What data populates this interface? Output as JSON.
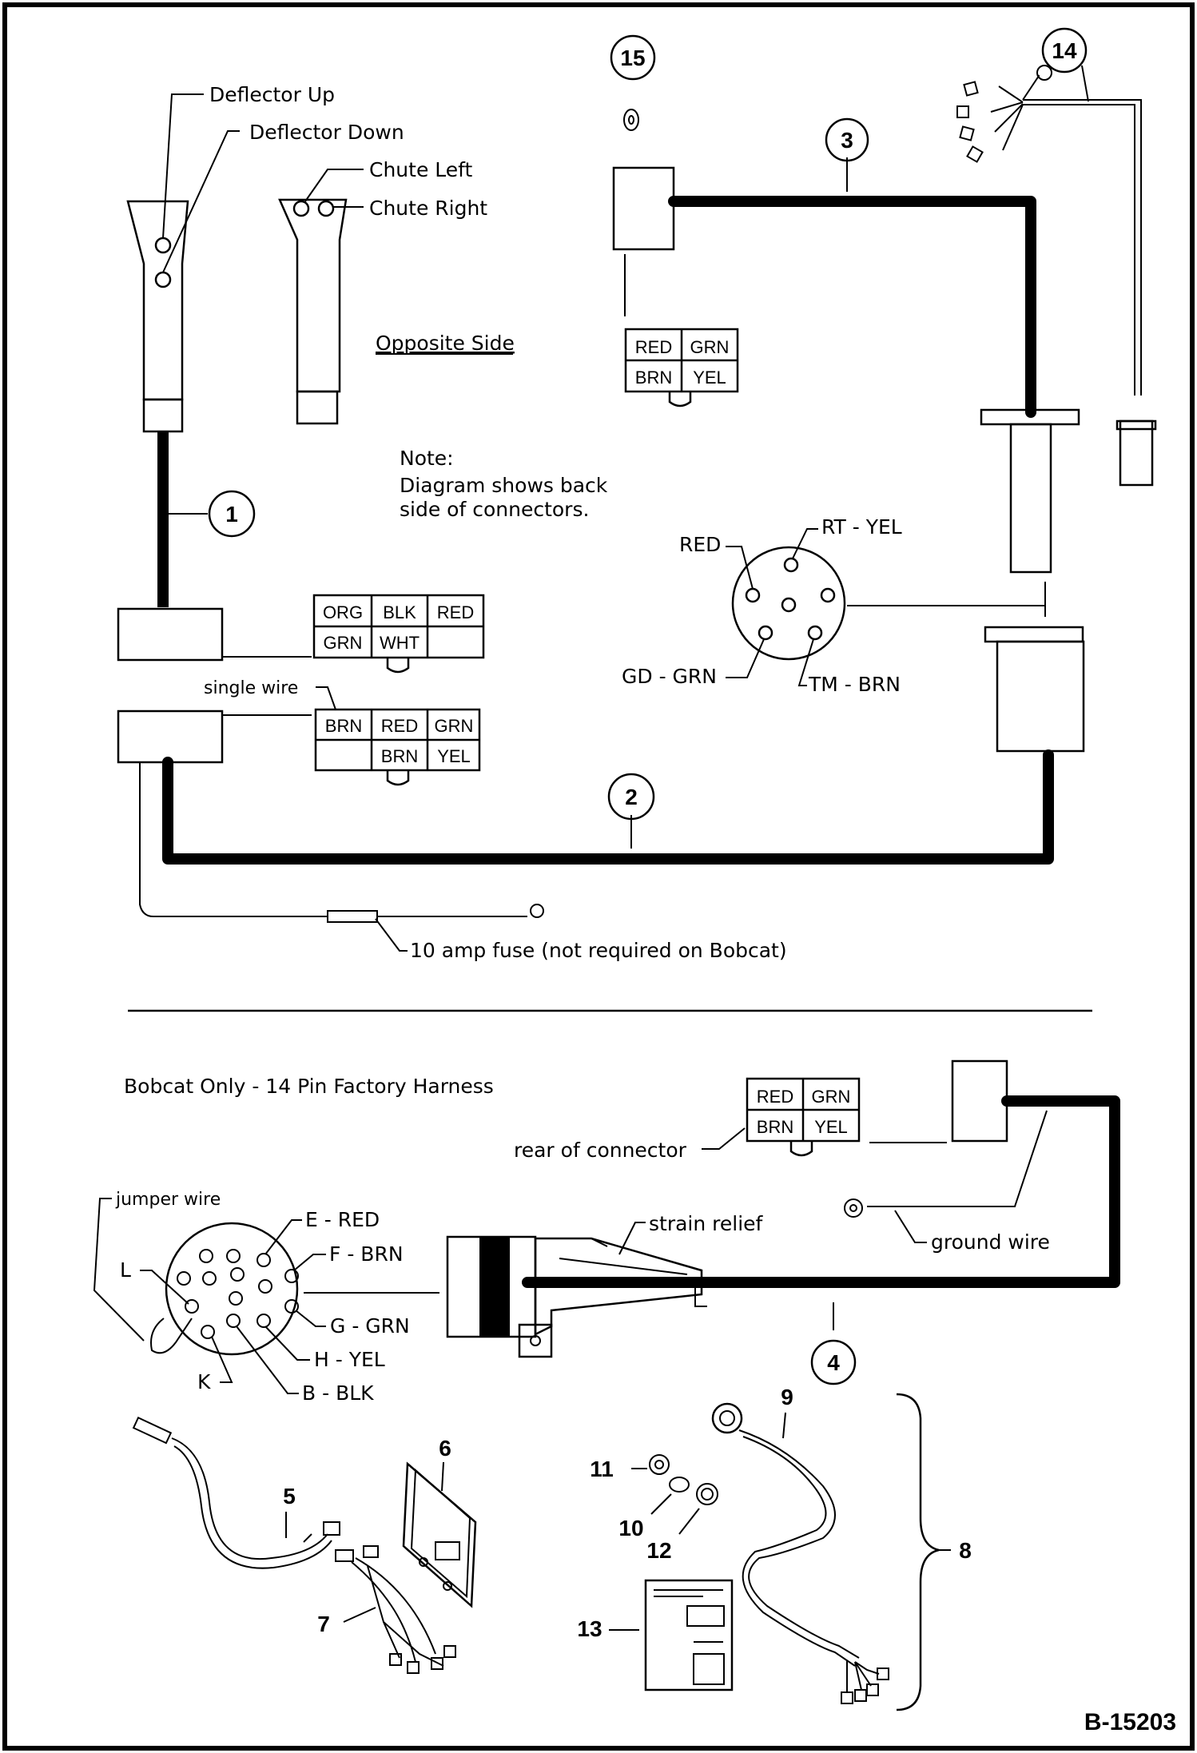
{
  "labels": {
    "deflector_up": "Deflector Up",
    "deflector_down": "Deflector Down",
    "chute_left": "Chute Left",
    "chute_right": "Chute Right",
    "opposite_side": "Opposite Side",
    "single_wire": "single wire",
    "fuse": "10 amp fuse (not required on Bobcat)"
  },
  "note": {
    "title": "Note:",
    "line1": "Diagram shows back",
    "line2": "side of connectors."
  },
  "callouts": {
    "c1": "1",
    "c2": "2",
    "c3": "3",
    "c4": "4",
    "c5": "5",
    "c6": "6",
    "c7": "7",
    "c8": "8",
    "c9": "9",
    "c10": "10",
    "c11": "11",
    "c12": "12",
    "c13": "13",
    "c14": "14",
    "c15": "15"
  },
  "grid_upper": {
    "r0c0": "ORG",
    "r0c1": "BLK",
    "r0c2": "RED",
    "r1c0": "GRN",
    "r1c1": "WHT"
  },
  "grid_lower": {
    "r0c0": "BRN",
    "r0c1": "RED",
    "r0c2": "GRN",
    "r1c1": "BRN",
    "r1c2": "YEL"
  },
  "grid_top": {
    "r0c0": "RED",
    "r0c1": "GRN",
    "r1c0": "BRN",
    "r1c1": "YEL"
  },
  "round_pins": {
    "red": "RED",
    "rt_yel": "RT - YEL",
    "gd_grn": "GD - GRN",
    "tm_brn": "TM - BRN"
  },
  "lower": {
    "heading": "Bobcat Only - 14 Pin Factory Harness",
    "rear_of_connector": "rear of connector",
    "ground_wire": "ground wire",
    "strain_relief": "strain relief",
    "jumper_wire": "jumper wire"
  },
  "grid_bobcat": {
    "r0c0": "RED",
    "r0c1": "GRN",
    "r1c0": "BRN",
    "r1c1": "YEL"
  },
  "pins14": {
    "e": "E - RED",
    "f": "F - BRN",
    "g": "G - GRN",
    "h": "H - YEL",
    "b": "B - BLK",
    "l": "L",
    "k": "K"
  },
  "figure_id": "B-15203"
}
